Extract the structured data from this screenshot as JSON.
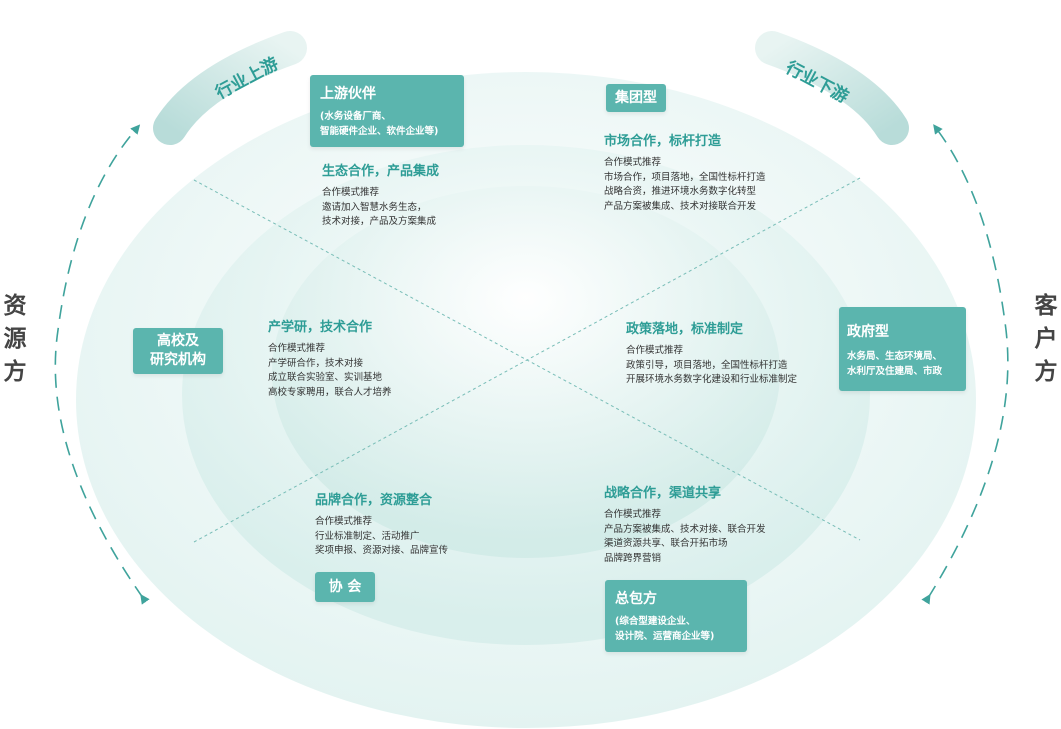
{
  "colors": {
    "accent": "#2e9d96",
    "tag": "#5bb5ae",
    "text": "#333333"
  },
  "side_left": [
    "资",
    "源",
    "方"
  ],
  "side_right": [
    "客",
    "户",
    "方"
  ],
  "arc_upstream": "行业上游",
  "arc_downstream": "行业下游",
  "tags": {
    "upstream_partner": {
      "title": "上游伙伴",
      "sub": [
        "(水务设备厂商、",
        "智能硬件企业、软件企业等)"
      ]
    },
    "group_type": {
      "title": "集团型"
    },
    "universities": {
      "title": [
        "高校及",
        "研究机构"
      ]
    },
    "government": {
      "title": "政府型",
      "sub": [
        "水务局、生态环境局、",
        "水利厅及住建局、市政"
      ]
    },
    "association": {
      "title": "协 会"
    },
    "general_contractor": {
      "title": "总包方",
      "sub": [
        "(综合型建设企业、",
        "设计院、运营商企业等)"
      ]
    }
  },
  "blocks": {
    "eco": {
      "heading": "生态合作，产品集成",
      "lines": [
        "合作模式推荐",
        "邀请加入智慧水务生态，",
        "技术对接，产品及方案集成"
      ]
    },
    "market": {
      "heading": "市场合作，标杆打造",
      "lines": [
        "合作模式推荐",
        "市场合作，项目落地，全国性标杆打造",
        "战略合资，推进环境水务数字化转型",
        "产品方案被集成、技术对接联合开发"
      ]
    },
    "research": {
      "heading": "产学研，技术合作",
      "lines": [
        "合作模式推荐",
        "产学研合作，技术对接",
        "成立联合实验室、实训基地",
        "高校专家聘用，联合人才培养"
      ]
    },
    "policy": {
      "heading": "政策落地，标准制定",
      "lines": [
        "合作模式推荐",
        "政策引导，项目落地，全国性标杆打造",
        "开展环境水务数字化建设和行业标准制定"
      ]
    },
    "brand": {
      "heading": "品牌合作，资源整合",
      "lines": [
        "合作模式推荐",
        "行业标准制定、活动推广",
        "奖项申报、资源对接、品牌宣传"
      ]
    },
    "strategy": {
      "heading": "战略合作，渠道共享",
      "lines": [
        "合作模式推荐",
        "产品方案被集成、技术对接、联合开发",
        "渠道资源共享、联合开拓市场",
        "品牌跨界营销"
      ]
    }
  }
}
